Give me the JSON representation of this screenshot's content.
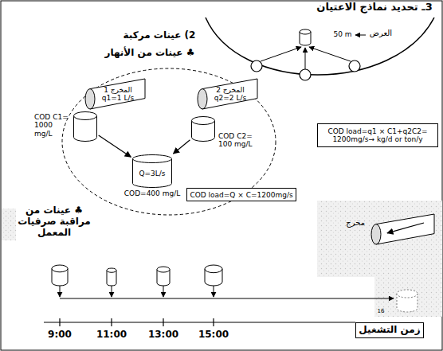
{
  "diagram": {
    "title": "3ـ تحديد نماذج الاعتيان",
    "nodes": [
      {
        "text": [
          "المخرج 1",
          "q1=1 L/s"
        ]
      },
      {
        "text": [
          "المخرج 2",
          "q2=2 L/s"
        ]
      },
      {
        "text": [
          "COD C1= 1000 mg/L"
        ]
      },
      {
        "text": [
          "COD C2= 100 mg/L"
        ]
      },
      {
        "text": [
          "COD load=q1 × C1+q2C2= 1200mg/s→ kg/d or ton/y"
        ]
      },
      {
        "text": [
          "Q=3L/s",
          "COD=400 mg/L"
        ]
      },
      {
        "text": [
          "COD load=Q × C=1200mg/s"
        ]
      },
      {
        "text": [
          "مخرج"
        ]
      },
      {
        "text": [
          "زمن التشغيل"
        ]
      }
    ],
    "edges": [
      {
        "from": 2,
        "to": 5,
        "arrow": "to"
      },
      {
        "from": 3,
        "to": 5,
        "arrow": "to"
      }
    ],
    "labels": [
      "2) عينات مركبة",
      "♣ عينات من الأنهار",
      "50 m",
      "العرض",
      "♣ عينات من مراقبة صرفيات المعمل",
      "16",
      "9:00",
      "11:00",
      "13:00",
      "15:00"
    ]
  }
}
